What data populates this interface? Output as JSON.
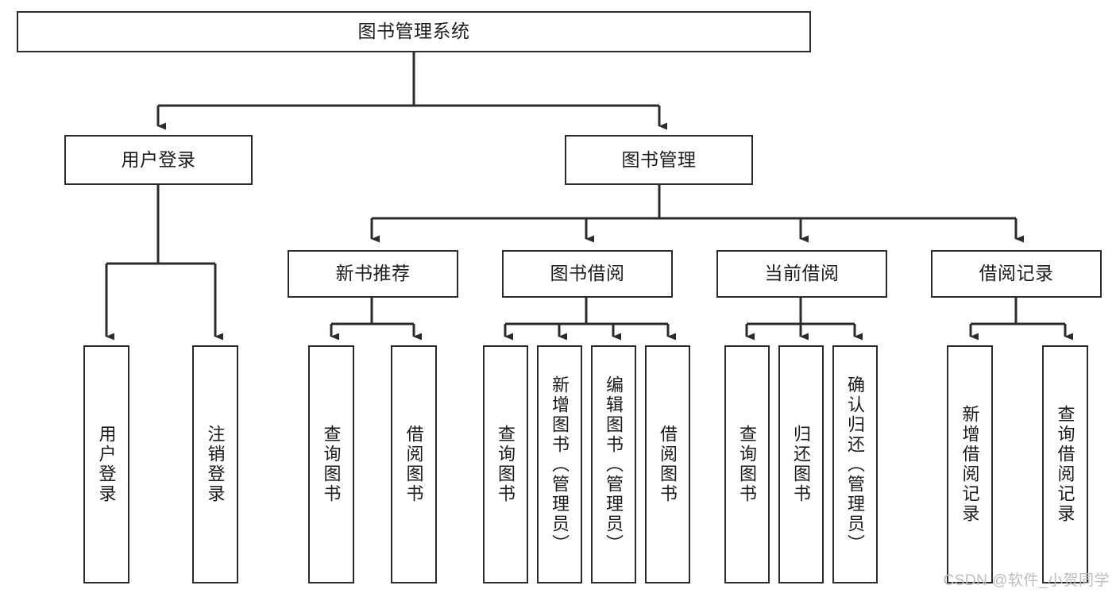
{
  "diagram": {
    "title": "图书管理系统",
    "type": "hierarchy-tree",
    "root": {
      "id": "root",
      "label": "图书管理系统"
    },
    "level2": [
      {
        "id": "user-login",
        "label": "用户登录"
      },
      {
        "id": "book-manage",
        "label": "图书管理"
      }
    ],
    "level3": [
      {
        "id": "new-book-rec",
        "label": "新书推荐",
        "parent": "book-manage"
      },
      {
        "id": "book-borrow",
        "label": "图书借阅",
        "parent": "book-manage"
      },
      {
        "id": "current-borrow",
        "label": "当前借阅",
        "parent": "book-manage"
      },
      {
        "id": "borrow-record",
        "label": "借阅记录",
        "parent": "book-manage"
      }
    ],
    "leaves": {
      "user-login": [
        {
          "id": "leaf-user-login",
          "label": "用户登录"
        },
        {
          "id": "leaf-user-logout",
          "label": "注销登录"
        }
      ],
      "new-book-rec": [
        {
          "id": "leaf-query-book-1",
          "label": "查询图书"
        },
        {
          "id": "leaf-borrow-book-1",
          "label": "借阅图书"
        }
      ],
      "book-borrow": [
        {
          "id": "leaf-query-book-2",
          "label": "查询图书"
        },
        {
          "id": "leaf-add-book",
          "label": "新增图书（管理员）"
        },
        {
          "id": "leaf-edit-book",
          "label": "编辑图书（管理员）"
        },
        {
          "id": "leaf-borrow-book-2",
          "label": "借阅图书"
        }
      ],
      "current-borrow": [
        {
          "id": "leaf-query-book-3",
          "label": "查询图书"
        },
        {
          "id": "leaf-return-book",
          "label": "归还图书"
        },
        {
          "id": "leaf-confirm-return",
          "label": "确认归还（管理员）"
        }
      ],
      "borrow-record": [
        {
          "id": "leaf-add-record",
          "label": "新增借阅记录"
        },
        {
          "id": "leaf-query-record",
          "label": "查询借阅记录"
        }
      ]
    }
  },
  "watermark": {
    "text": "CSDN @软件_小贺同学"
  },
  "colors": {
    "stroke": "#2b2b2b",
    "fill": "#ffffff",
    "text": "#1b1b1b",
    "watermark": "#bdbdbd"
  }
}
